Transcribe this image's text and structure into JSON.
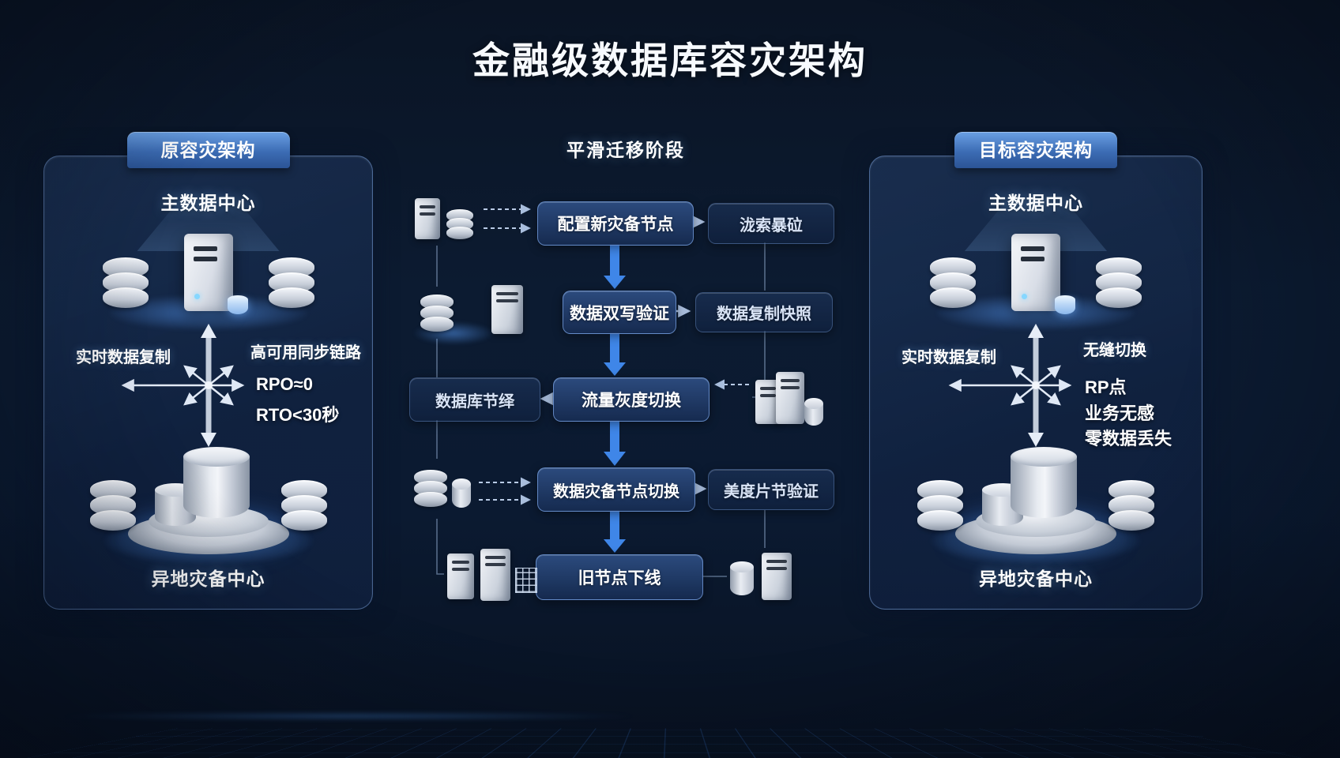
{
  "title": "金融级数据库容灾架构",
  "colors": {
    "background": "#0b1628",
    "accent_blue": "#3f86e8",
    "panel_border": "#7ba3d9",
    "tab_gradient_top": "#6aa0e4",
    "tab_gradient_bottom": "#2b5496"
  },
  "left_panel": {
    "header": "原容灾架构",
    "primary_label": "主数据中心",
    "replication_label": "实时数据复制",
    "link_label": "高可用同步链路",
    "metrics": [
      "RPO≈0",
      "RTO<30秒"
    ],
    "backup_label": "异地灾备中心"
  },
  "center_flow": {
    "header": "平滑迁移阶段",
    "steps": [
      {
        "label": "配置新灾备节点",
        "side_label": "泷索暴砬",
        "side": "right"
      },
      {
        "label": "数据双写验证",
        "side_label": "数据复制快照",
        "side": "right"
      },
      {
        "label": "流量灰度切换",
        "side_label": "数据库节绎",
        "side": "left"
      },
      {
        "label": "数据灾备节点切换",
        "side_label": "美度片节验证",
        "side": "right"
      },
      {
        "label": "旧节点下线",
        "side_label": "",
        "side": "none"
      }
    ]
  },
  "right_panel": {
    "header": "目标容灾架构",
    "primary_label": "主数据中心",
    "replication_label": "实时数据复制",
    "switch_label": "无缝切换",
    "metrics": [
      "RP点",
      "业务无感",
      "零数据丢失"
    ],
    "backup_label": "异地灾备中心"
  }
}
